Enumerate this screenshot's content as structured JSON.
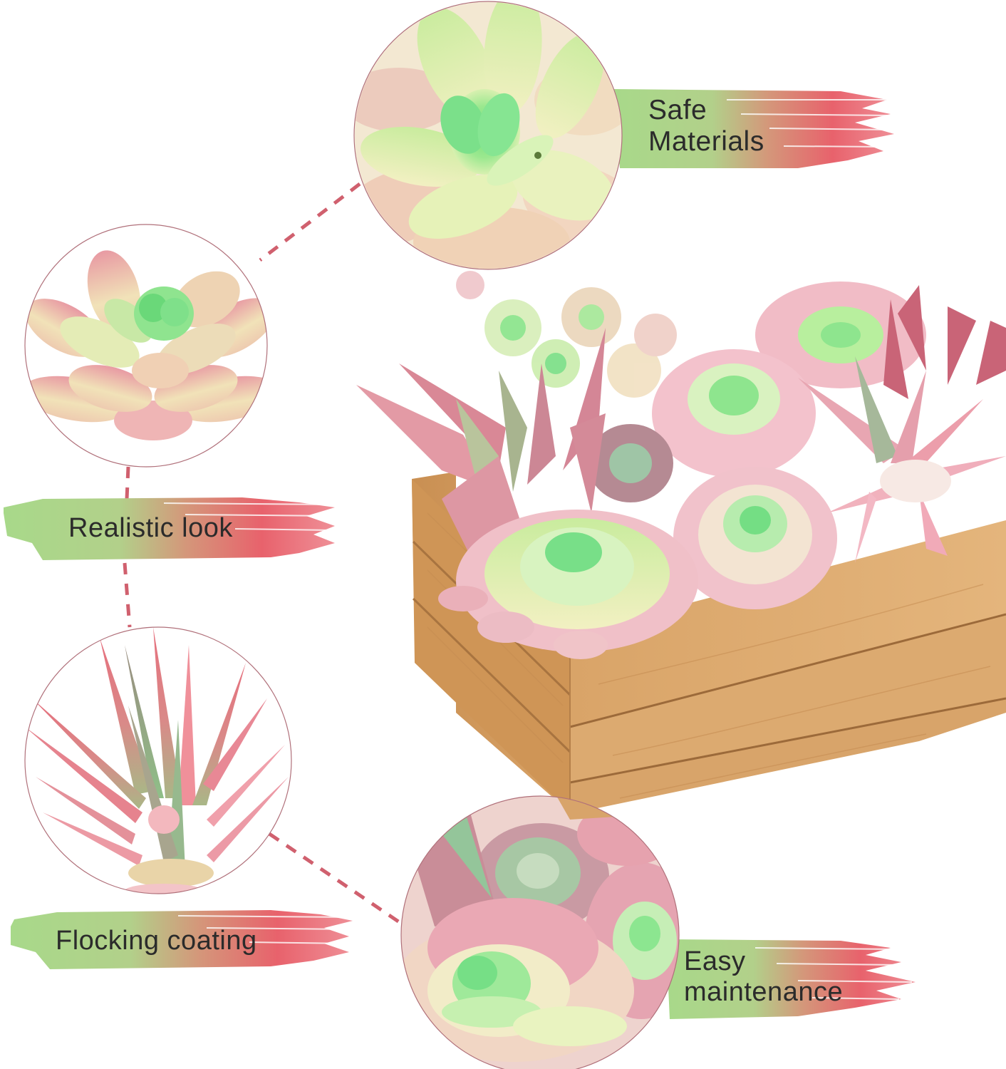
{
  "infographic": {
    "subject": "Artificial succulent plants in wooden crate planter",
    "features": [
      {
        "id": "safe-materials",
        "lines": [
          "Safe",
          "Materials"
        ],
        "detail": "close-up-green-rosette"
      },
      {
        "id": "realistic-look",
        "lines": [
          "Realistic look"
        ],
        "detail": "pink-tipped-echeveria"
      },
      {
        "id": "flocking-coating",
        "lines": [
          "Flocking coating"
        ],
        "detail": "spiky-pink-agave"
      },
      {
        "id": "easy-maintenance",
        "lines": [
          "Easy",
          "maintenance"
        ],
        "detail": "crate-closeup-mix"
      }
    ]
  },
  "colors": {
    "banner_green": "#a8d98a",
    "banner_red": "#e8606b",
    "connector": "#d0606e",
    "circle_border": "#b0707a",
    "text": "#2b2b2b",
    "wood_light": "#e0ae72",
    "wood_dark": "#c48a4e"
  }
}
